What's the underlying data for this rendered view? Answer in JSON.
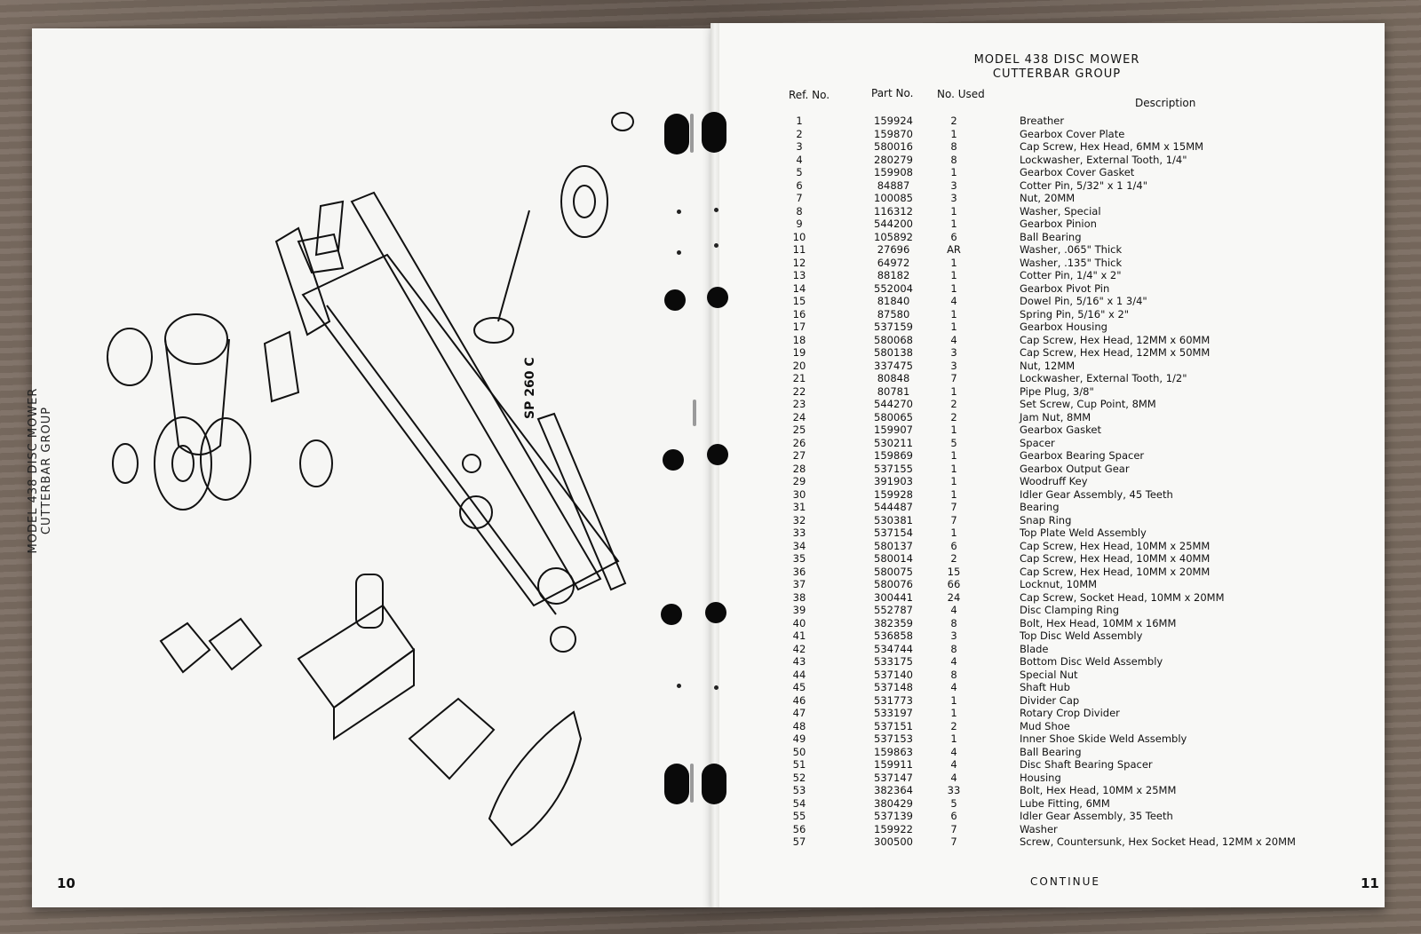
{
  "left_page": {
    "side_title_line1": "MODEL 438 DISC MOWER",
    "side_title_line2": "CUTTERBAR GROUP",
    "page_number": "10",
    "diagram_label": "SP 260 C"
  },
  "right_page": {
    "title": "MODEL 438 DISC MOWER",
    "subtitle": "CUTTERBAR GROUP",
    "columns": {
      "ref": "Ref. No.",
      "part": "Part No.",
      "used": "No. Used",
      "desc": "Description"
    },
    "rows": [
      [
        "1",
        "159924",
        "2",
        "Breather"
      ],
      [
        "2",
        "159870",
        "1",
        "Gearbox Cover Plate"
      ],
      [
        "3",
        "580016",
        "8",
        "Cap Screw, Hex Head, 6MM x 15MM"
      ],
      [
        "4",
        "280279",
        "8",
        "Lockwasher, External Tooth, 1/4\""
      ],
      [
        "5",
        "159908",
        "1",
        "Gearbox Cover Gasket"
      ],
      [
        "6",
        "84887",
        "3",
        "Cotter Pin, 5/32\" x 1 1/4\""
      ],
      [
        "7",
        "100085",
        "3",
        "Nut, 20MM"
      ],
      [
        "8",
        "116312",
        "1",
        "Washer, Special"
      ],
      [
        "9",
        "544200",
        "1",
        "Gearbox Pinion"
      ],
      [
        "10",
        "105892",
        "6",
        "Ball Bearing"
      ],
      [
        "11",
        "27696",
        "AR",
        "Washer, .065\" Thick"
      ],
      [
        "12",
        "64972",
        "1",
        "Washer, .135\" Thick"
      ],
      [
        "13",
        "88182",
        "1",
        "Cotter Pin, 1/4\" x 2\""
      ],
      [
        "14",
        "552004",
        "1",
        "Gearbox Pivot Pin"
      ],
      [
        "15",
        "81840",
        "4",
        "Dowel Pin, 5/16\" x 1 3/4\""
      ],
      [
        "16",
        "87580",
        "1",
        "Spring Pin, 5/16\" x 2\""
      ],
      [
        "17",
        "537159",
        "1",
        "Gearbox Housing"
      ],
      [
        "18",
        "580068",
        "4",
        "Cap Screw, Hex Head, 12MM x 60MM"
      ],
      [
        "19",
        "580138",
        "3",
        "Cap Screw, Hex Head, 12MM x 50MM"
      ],
      [
        "20",
        "337475",
        "3",
        "Nut, 12MM"
      ],
      [
        "21",
        "80848",
        "7",
        "Lockwasher, External Tooth, 1/2\""
      ],
      [
        "22",
        "80781",
        "1",
        "Pipe Plug, 3/8\""
      ],
      [
        "23",
        "544270",
        "2",
        "Set Screw, Cup Point, 8MM"
      ],
      [
        "24",
        "580065",
        "2",
        "Jam Nut, 8MM"
      ],
      [
        "25",
        "159907",
        "1",
        "Gearbox Gasket"
      ],
      [
        "26",
        "530211",
        "5",
        "Spacer"
      ],
      [
        "27",
        "159869",
        "1",
        "Gearbox Bearing Spacer"
      ],
      [
        "28",
        "537155",
        "1",
        "Gearbox Output Gear"
      ],
      [
        "29",
        "391903",
        "1",
        "Woodruff Key"
      ],
      [
        "30",
        "159928",
        "1",
        "Idler Gear Assembly, 45 Teeth"
      ],
      [
        "31",
        "544487",
        "7",
        "Bearing"
      ],
      [
        "32",
        "530381",
        "7",
        "Snap Ring"
      ],
      [
        "33",
        "537154",
        "1",
        "Top Plate Weld Assembly"
      ],
      [
        "34",
        "580137",
        "6",
        "Cap Screw, Hex Head, 10MM x 25MM"
      ],
      [
        "35",
        "580014",
        "2",
        "Cap Screw, Hex Head, 10MM x 40MM"
      ],
      [
        "36",
        "580075",
        "15",
        "Cap Screw, Hex Head, 10MM x 20MM"
      ],
      [
        "37",
        "580076",
        "66",
        "Locknut, 10MM"
      ],
      [
        "38",
        "300441",
        "24",
        "Cap Screw, Socket Head, 10MM x 20MM"
      ],
      [
        "39",
        "552787",
        "4",
        "Disc Clamping Ring"
      ],
      [
        "40",
        "382359",
        "8",
        "Bolt, Hex Head, 10MM x 16MM"
      ],
      [
        "41",
        "536858",
        "3",
        "Top Disc Weld Assembly"
      ],
      [
        "42",
        "534744",
        "8",
        "Blade"
      ],
      [
        "43",
        "533175",
        "4",
        "Bottom Disc Weld Assembly"
      ],
      [
        "44",
        "537140",
        "8",
        "Special Nut"
      ],
      [
        "45",
        "537148",
        "4",
        "Shaft Hub"
      ],
      [
        "46",
        "531773",
        "1",
        "Divider Cap"
      ],
      [
        "47",
        "533197",
        "1",
        "Rotary Crop Divider"
      ],
      [
        "48",
        "537151",
        "2",
        "Mud Shoe"
      ],
      [
        "49",
        "537153",
        "1",
        "Inner Shoe Skide Weld Assembly"
      ],
      [
        "50",
        "159863",
        "4",
        "Ball Bearing"
      ],
      [
        "51",
        "159911",
        "4",
        "Disc Shaft Bearing Spacer"
      ],
      [
        "52",
        "537147",
        "4",
        "Housing"
      ],
      [
        "53",
        "382364",
        "33",
        "Bolt, Hex Head, 10MM x 25MM"
      ],
      [
        "54",
        "380429",
        "5",
        "Lube Fitting, 6MM"
      ],
      [
        "55",
        "537139",
        "6",
        "Idler Gear Assembly, 35 Teeth"
      ],
      [
        "56",
        "159922",
        "7",
        "Washer"
      ],
      [
        "57",
        "300500",
        "7",
        "Screw, Countersunk, Hex Socket Head, 12MM x 20MM"
      ]
    ],
    "footer": "CONTINUE",
    "page_number": "11"
  }
}
